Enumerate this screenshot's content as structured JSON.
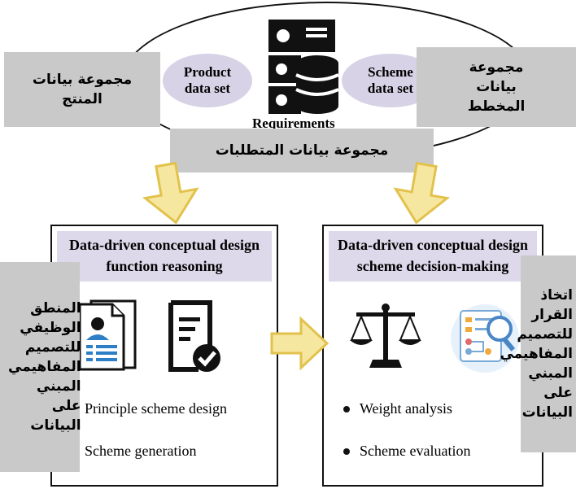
{
  "top": {
    "product_pill": [
      "Product",
      "data set"
    ],
    "scheme_pill": [
      "Scheme",
      "data set"
    ],
    "requirements_partial": "Requirements"
  },
  "overlays": {
    "product_ar": "مجموعة بيانات المنتج",
    "scheme_ar": "مجموعة بيانات المخطط",
    "requirements_ar": "مجموعة بيانات المتطلبات",
    "left_side_ar": "المنطق الوظيفي للتصميم المفاهيمي المبني على البيانات",
    "right_side_ar": "اتخاذ القرار للتصميم المفاهيمي المبني على البيانات"
  },
  "left_panel": {
    "title_line1": "Data-driven conceptual design",
    "title_line2": "function reasoning",
    "bullets": [
      "Principle scheme design",
      "Scheme generation"
    ]
  },
  "right_panel": {
    "title_line1": "Data-driven conceptual design",
    "title_line2": "scheme decision-making",
    "bullets": [
      "Weight analysis",
      "Scheme evaluation"
    ]
  },
  "icons": [
    "database-server-icon",
    "profile-document-icon",
    "checklist-document-icon",
    "balance-scale-icon",
    "data-analysis-icon",
    "arrow-down-icon",
    "arrow-right-icon"
  ],
  "colors": {
    "panel_header": "#ddd8ea",
    "pill": "#d7d2e6",
    "overlay": "#c9c9c9",
    "arrow_fill": "#f6e7a0",
    "arrow_stroke": "#e2c24c",
    "icon_blue": "#2f7fc6"
  }
}
